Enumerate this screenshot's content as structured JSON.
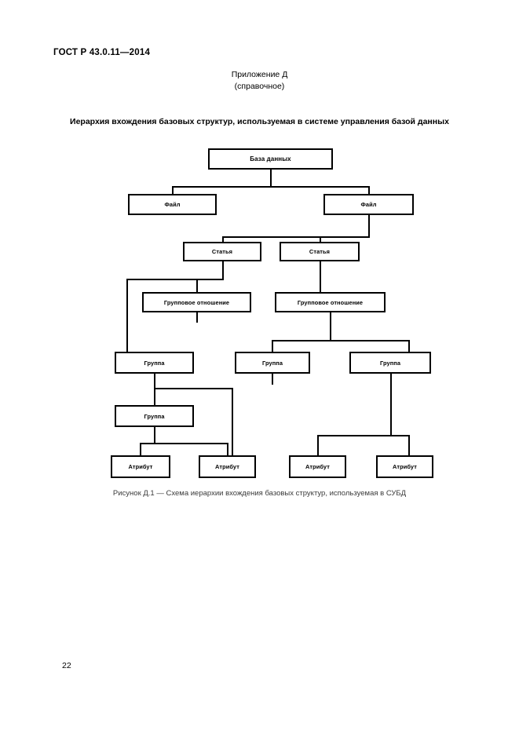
{
  "document": {
    "standard_header": "ГОСТ Р 43.0.11—2014",
    "appendix_label": "Приложение Д",
    "appendix_type": "(справочное)",
    "figure_title": "Иерархия вхождения базовых структур, используемая в системе управления базой данных",
    "figure_caption": "Рисунок Д.1 — Схема иерархии вхождения базовых структур, используемая в СУБД",
    "page_number": "22"
  },
  "diagram": {
    "nodes": [
      {
        "id": "database",
        "label": "База данных"
      },
      {
        "id": "file-left",
        "label": "Файл"
      },
      {
        "id": "file-right",
        "label": "Файл"
      },
      {
        "id": "article-left",
        "label": "Статья"
      },
      {
        "id": "article-right",
        "label": "Статья"
      },
      {
        "id": "relation-left",
        "label": "Групповое отношение"
      },
      {
        "id": "relation-right",
        "label": "Групповое отношение"
      },
      {
        "id": "group-1",
        "label": "Группа"
      },
      {
        "id": "group-2",
        "label": "Группа"
      },
      {
        "id": "group-3",
        "label": "Группа"
      },
      {
        "id": "group-4",
        "label": "Группа"
      },
      {
        "id": "attribute-1",
        "label": "Атрибут"
      },
      {
        "id": "attribute-2",
        "label": "Атрибут"
      },
      {
        "id": "attribute-3",
        "label": "Атрибут"
      },
      {
        "id": "attribute-4",
        "label": "Атрибут"
      }
    ]
  }
}
